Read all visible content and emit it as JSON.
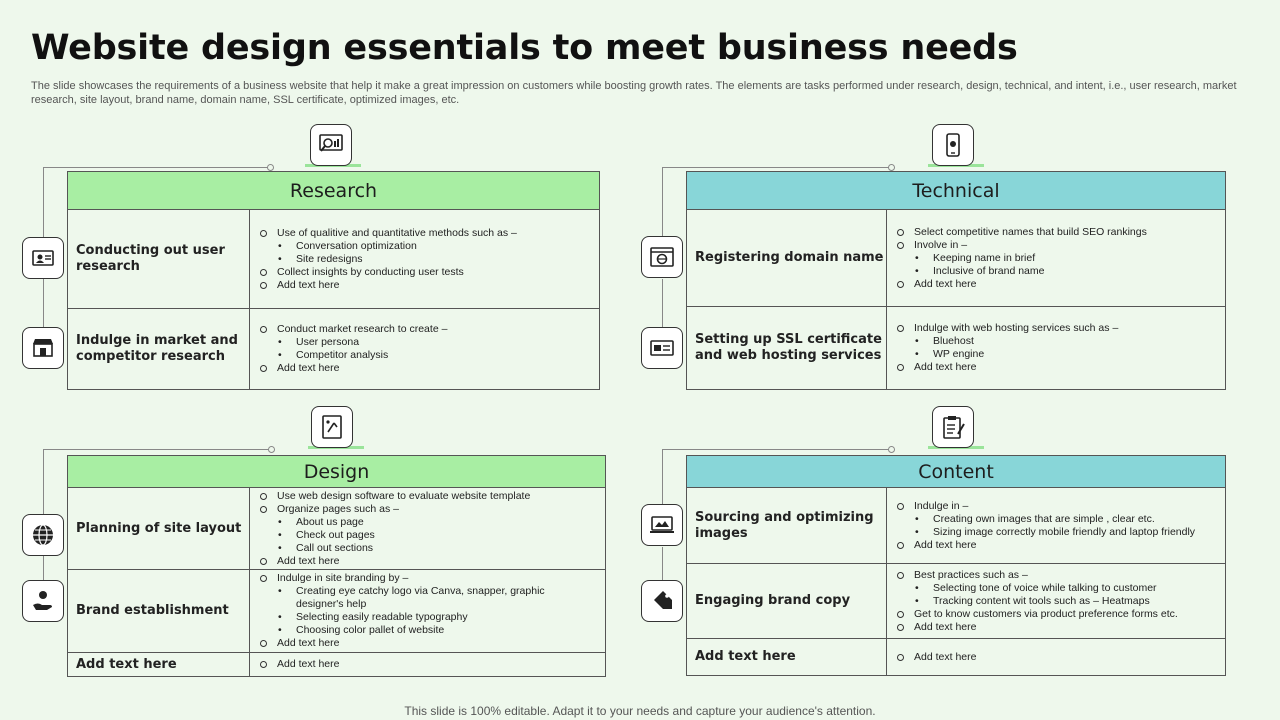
{
  "title": "Website design essentials to meet business needs",
  "subtitle": "The slide showcases the requirements of a business website that help it make a great impression on customers while boosting growth rates. The elements are tasks performed under research, design, technical, and intent, i.e., user research, market research, site layout, brand name, domain name, SSL certificate, optimized images, etc.",
  "footer": "This slide is 100% editable. Adapt it to your needs and capture your audience's attention.",
  "colors": {
    "green_header": "#a8eea3",
    "teal_header": "#88d6d8",
    "background": "#eef8ec"
  },
  "research": {
    "title": "Research",
    "rows": [
      {
        "label": "Conducting out user research",
        "items": [
          {
            "t": "o",
            "text": "Use of qualitive and quantitative methods such as –"
          },
          {
            "t": "d",
            "text": "Conversation optimization"
          },
          {
            "t": "d",
            "text": "Site redesigns"
          },
          {
            "t": "o",
            "text": "Collect insights by conducting user tests"
          },
          {
            "t": "o",
            "text": "Add text here"
          }
        ]
      },
      {
        "label": "Indulge in market and competitor research",
        "items": [
          {
            "t": "o",
            "text": "Conduct market research to create –"
          },
          {
            "t": "d",
            "text": "User persona"
          },
          {
            "t": "d",
            "text": "Competitor analysis"
          },
          {
            "t": "o",
            "text": "Add text here"
          }
        ]
      }
    ]
  },
  "technical": {
    "title": "Technical",
    "rows": [
      {
        "label": "Registering domain name",
        "items": [
          {
            "t": "o",
            "text": "Select competitive names that build SEO rankings"
          },
          {
            "t": "o",
            "text": "Involve in –"
          },
          {
            "t": "d",
            "text": "Keeping name in brief"
          },
          {
            "t": "d",
            "text": "Inclusive of brand name"
          },
          {
            "t": "o",
            "text": "Add text here"
          }
        ]
      },
      {
        "label": "Setting up SSL certificate and web hosting services",
        "items": [
          {
            "t": "o",
            "text": "Indulge with web hosting services such as –"
          },
          {
            "t": "d",
            "text": "Bluehost"
          },
          {
            "t": "d",
            "text": "WP engine"
          },
          {
            "t": "o",
            "text": "Add text here"
          }
        ]
      }
    ]
  },
  "design": {
    "title": "Design",
    "rows": [
      {
        "label": "Planning of site layout",
        "items": [
          {
            "t": "o",
            "text": "Use web design software to evaluate website template"
          },
          {
            "t": "o",
            "text": "Organize pages such as –"
          },
          {
            "t": "d",
            "text": "About us page"
          },
          {
            "t": "d",
            "text": "Check out pages"
          },
          {
            "t": "d",
            "text": "Call out sections"
          },
          {
            "t": "o",
            "text": "Add text here"
          }
        ]
      },
      {
        "label": "Brand establishment",
        "items": [
          {
            "t": "o",
            "text": "Indulge in site branding by –"
          },
          {
            "t": "d",
            "text": "Creating eye catchy logo via Canva, snapper, graphic designer's help"
          },
          {
            "t": "d",
            "text": "Selecting easily readable typography"
          },
          {
            "t": "d",
            "text": "Choosing color pallet of website"
          },
          {
            "t": "o",
            "text": "Add text here"
          }
        ]
      },
      {
        "label": "Add text here",
        "items": [
          {
            "t": "o",
            "text": "Add text here"
          }
        ]
      }
    ]
  },
  "content": {
    "title": "Content",
    "rows": [
      {
        "label": "Sourcing and optimizing images",
        "items": [
          {
            "t": "o",
            "text": "Indulge in –"
          },
          {
            "t": "d",
            "text": "Creating own images that are simple , clear etc."
          },
          {
            "t": "d",
            "text": "Sizing image correctly mobile friendly and laptop friendly"
          },
          {
            "t": "o",
            "text": "Add text here"
          }
        ]
      },
      {
        "label": "Engaging brand copy",
        "items": [
          {
            "t": "o",
            "text": "Best practices such as –"
          },
          {
            "t": "d",
            "text": "Selecting tone of voice while talking to customer"
          },
          {
            "t": "d",
            "text": "Tracking content wit tools such as – Heatmaps"
          },
          {
            "t": "o",
            "text": "Get to know customers via product preference forms etc."
          },
          {
            "t": "o",
            "text": "Add text here"
          }
        ]
      },
      {
        "label": "Add text here",
        "items": [
          {
            "t": "o",
            "text": "Add text here"
          }
        ]
      }
    ]
  }
}
